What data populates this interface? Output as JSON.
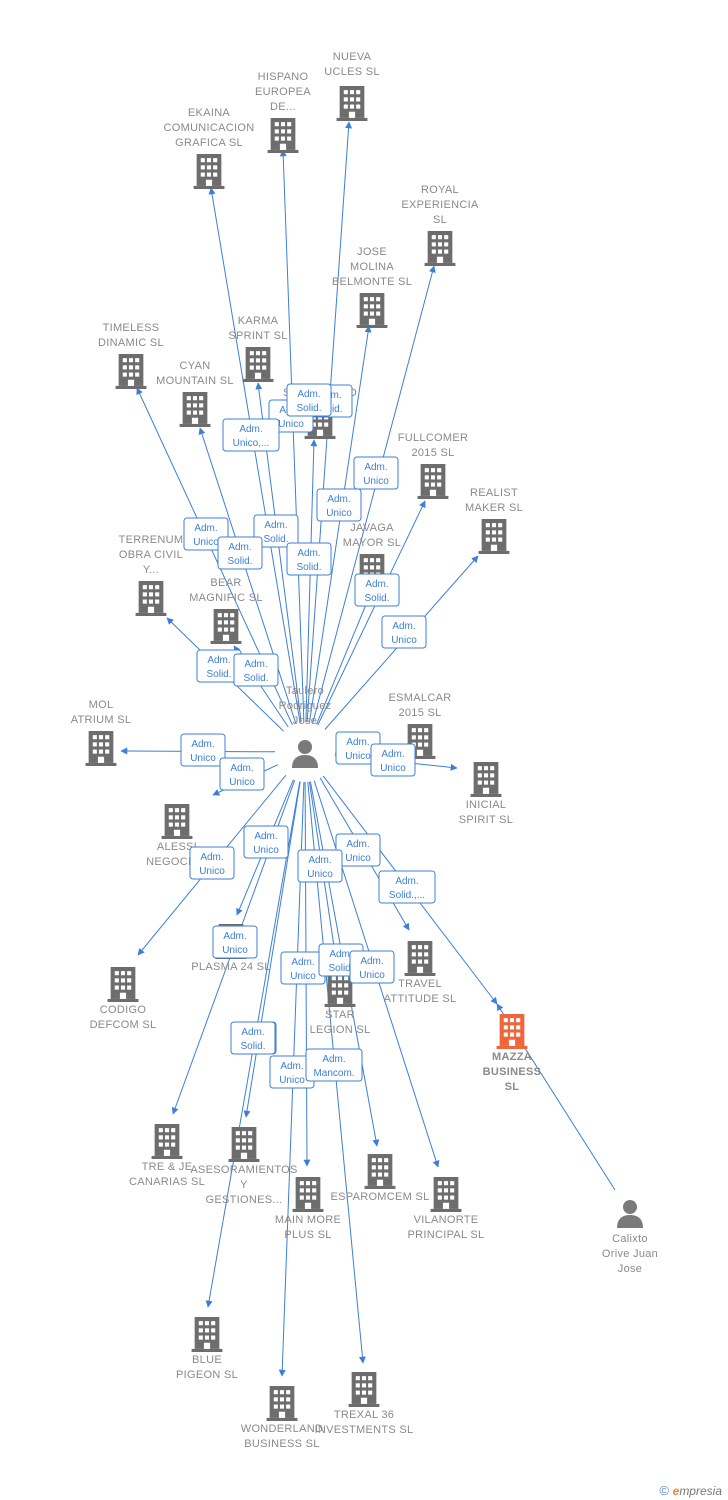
{
  "colors": {
    "edge": "#3d7fd6",
    "company": "#6d6d6d",
    "focus": "#f0653a",
    "person": "#7a7a7a"
  },
  "footer": {
    "copyright": "©",
    "brand_initial": "e",
    "brand_rest": "mpresia"
  },
  "nodes": [
    {
      "id": "nueva",
      "kind": "company",
      "label": [
        "NUEVA",
        "UCLES  SL"
      ]
    },
    {
      "id": "hispano",
      "kind": "company",
      "label": [
        "HISPANO",
        "EUROPEA",
        "DE..."
      ]
    },
    {
      "id": "ekaina",
      "kind": "company",
      "label": [
        "EKAINA",
        "COMUNICACION",
        "GRAFICA  SL"
      ]
    },
    {
      "id": "royal",
      "kind": "company",
      "label": [
        "ROYAL",
        "EXPERIENCIA",
        "SL"
      ]
    },
    {
      "id": "jose_molina",
      "kind": "company",
      "label": [
        "JOSE",
        "MOLINA",
        "BELMONTE  SL"
      ]
    },
    {
      "id": "timeless",
      "kind": "company",
      "label": [
        "TIMELESS",
        "DINAMIC  SL"
      ]
    },
    {
      "id": "karma",
      "kind": "company",
      "label": [
        "KARMA",
        "SPRINT  SL"
      ]
    },
    {
      "id": "cyan",
      "kind": "company",
      "label": [
        "CYAN",
        "MOUNTAIN  SL"
      ]
    },
    {
      "id": "solsantino",
      "kind": "company",
      "label": [
        "SOLSANTINO"
      ]
    },
    {
      "id": "fullcomer",
      "kind": "company",
      "label": [
        "FULLCOMER",
        "2015  SL"
      ]
    },
    {
      "id": "realist",
      "kind": "company",
      "label": [
        "REALIST",
        "MAKER  SL"
      ]
    },
    {
      "id": "terrenum",
      "kind": "company",
      "label": [
        "TERRENUM",
        "OBRA CIVIL",
        "Y..."
      ]
    },
    {
      "id": "javaga",
      "kind": "company",
      "label": [
        "JAVAGA",
        "MAYOR  SL"
      ]
    },
    {
      "id": "bear",
      "kind": "company",
      "label": [
        "BEAR",
        "MAGNIFIC  SL"
      ]
    },
    {
      "id": "taulero",
      "kind": "person",
      "label": [
        "Taulero",
        "Rodriguez",
        "Jose"
      ]
    },
    {
      "id": "mol",
      "kind": "company",
      "label": [
        "MOL",
        "ATRIUM  SL"
      ]
    },
    {
      "id": "esmalcar",
      "kind": "company",
      "label": [
        "ESMALCAR",
        "2015  SL"
      ]
    },
    {
      "id": "inicial",
      "kind": "company",
      "label": [
        "INICIAL",
        "SPIRIT  SL"
      ]
    },
    {
      "id": "alessi",
      "kind": "company",
      "label": [
        "ALESSI",
        "NEGOCIOS"
      ]
    },
    {
      "id": "codigo",
      "kind": "company",
      "label": [
        "CODIGO",
        "DEFCOM  SL"
      ]
    },
    {
      "id": "plasma",
      "kind": "company",
      "label": [
        "PLASMA 24 SL"
      ]
    },
    {
      "id": "travel",
      "kind": "company",
      "label": [
        "TRAVEL",
        "ATTITUDE  SL"
      ]
    },
    {
      "id": "star",
      "kind": "company",
      "label": [
        "STAR",
        "LEGION  SL"
      ]
    },
    {
      "id": "mazza",
      "kind": "focus",
      "label": [
        "MAZZA",
        "BUSINESS",
        "SL"
      ]
    },
    {
      "id": "tre",
      "kind": "company",
      "label": [
        "TRE & JE",
        "CANARIAS  SL"
      ]
    },
    {
      "id": "asesoramientos",
      "kind": "company",
      "label": [
        "ASESORAMIENTOS",
        "Y",
        "GESTIONES..."
      ]
    },
    {
      "id": "esparomcem",
      "kind": "company",
      "label": [
        "ESPAROMCEM SL"
      ]
    },
    {
      "id": "main_more",
      "kind": "company",
      "label": [
        "MAIN MORE",
        "PLUS  SL"
      ]
    },
    {
      "id": "vilanorte",
      "kind": "company",
      "label": [
        "VILANORTE",
        "PRINCIPAL  SL"
      ]
    },
    {
      "id": "calixto",
      "kind": "person",
      "label": [
        "Calixto",
        "Orive Juan",
        "Jose"
      ]
    },
    {
      "id": "blue",
      "kind": "company",
      "label": [
        "BLUE",
        "PIGEON  SL"
      ]
    },
    {
      "id": "wonderland",
      "kind": "company",
      "label": [
        "WONDERLAND",
        "BUSINESS  SL"
      ]
    },
    {
      "id": "trexal",
      "kind": "company",
      "label": [
        "TREXAL 36",
        "INVESTMENTS SL"
      ]
    }
  ],
  "edges": [
    {
      "to": "nueva",
      "label": [
        "Adm.",
        "Solid."
      ]
    },
    {
      "to": "hispano",
      "label": [
        "Adm.",
        "Unico"
      ]
    },
    {
      "to": "ekaina",
      "label": [
        "Adm.",
        "Solid."
      ]
    },
    {
      "to": "royal",
      "label": [
        "Adm.",
        "Unico"
      ]
    },
    {
      "to": "jose_molina",
      "label": [
        "Adm.",
        "Solid."
      ]
    },
    {
      "to": "timeless",
      "label": [
        "Adm.",
        "Unico"
      ]
    },
    {
      "to": "karma",
      "label": [
        "Adm.",
        "Unico,..."
      ]
    },
    {
      "to": "cyan",
      "label": [
        "Adm.",
        "Solid."
      ]
    },
    {
      "to": "solsantino",
      "label": [
        "Adm.",
        "Solid."
      ]
    },
    {
      "to": "fullcomer",
      "label": [
        "Adm.",
        "Unico"
      ]
    },
    {
      "to": "realist",
      "label": [
        "Adm.",
        "Unico"
      ]
    },
    {
      "to": "terrenum",
      "label": [
        "Adm.",
        "Solid."
      ]
    },
    {
      "to": "javaga",
      "label": [
        "Adm.",
        "Solid."
      ]
    },
    {
      "to": "bear",
      "label": [
        "Adm.",
        "Solid."
      ]
    },
    {
      "to": "mol",
      "label": [
        "Adm.",
        "Unico"
      ]
    },
    {
      "to": "alessi",
      "label": [
        "Adm.",
        "Unico"
      ]
    },
    {
      "to": "esmalcar",
      "label": [
        "Adm.",
        "Unico"
      ]
    },
    {
      "to": "inicial",
      "label": [
        "Adm.",
        "Unico"
      ]
    },
    {
      "to": "codigo",
      "label": [
        "Adm.",
        "Unico"
      ]
    },
    {
      "to": "plasma",
      "label": [
        "Adm.",
        "Unico"
      ]
    },
    {
      "to": "travel",
      "label": [
        "Adm.",
        "Unico"
      ]
    },
    {
      "to": "mazza",
      "label": [
        "Adm.",
        "Solid."
      ]
    },
    {
      "to": "star",
      "label": [
        "Adm.",
        "Unico"
      ]
    },
    {
      "to": "tre",
      "label": [
        "Adm.",
        "Unico"
      ]
    },
    {
      "to": "asesoramientos",
      "label": [
        "Adm.",
        "Solid."
      ]
    },
    {
      "to": "main_more",
      "label": [
        "Adm.",
        "Unico"
      ]
    },
    {
      "to": "esparomcem",
      "label": [
        "Adm.",
        "Solid."
      ]
    },
    {
      "to": "vilanorte",
      "label": [
        "Adm.",
        "Unico"
      ]
    },
    {
      "to": "blue",
      "label": [
        "Adm.",
        "Solid."
      ]
    },
    {
      "to": "wonderland",
      "label": [
        "Adm.",
        "Unico"
      ]
    },
    {
      "to": "trexal",
      "label": [
        "Adm.",
        "Mancom."
      ]
    },
    {
      "from": "calixto",
      "to": "mazza",
      "label": [
        "Adm.",
        "Solid.,..."
      ]
    }
  ]
}
